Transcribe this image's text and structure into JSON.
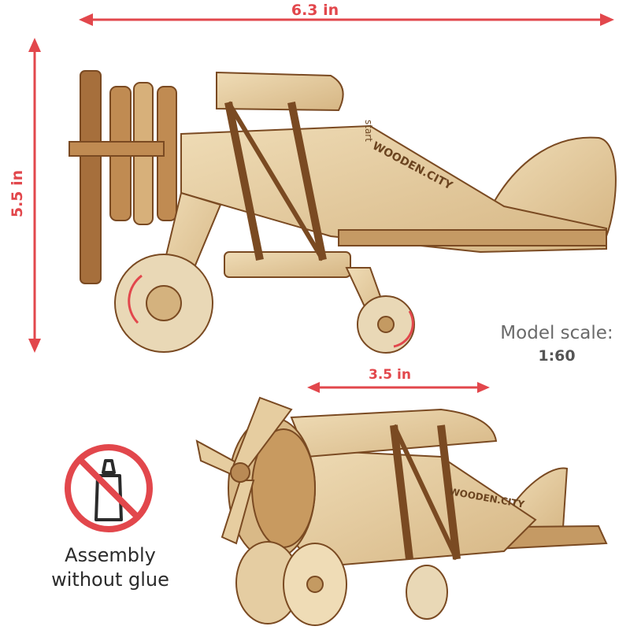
{
  "dimensions": {
    "width": "6.3 in",
    "height": "5.5 in",
    "wingspan": "3.5 in"
  },
  "model_scale": {
    "label": "Model scale:",
    "value": "1:60"
  },
  "glue_notice": {
    "line1": "Assembly",
    "line2": "without glue",
    "icon": "no-glue-icon"
  },
  "brand_mark": "WOODEN.CITY",
  "side_mark": "start",
  "colors": {
    "accent_red": "#e2474c",
    "wood_light": "#e8d2a8",
    "wood_mid": "#d9b987",
    "wood_edge": "#7a4a22",
    "text_gray": "#6a6a6a"
  }
}
